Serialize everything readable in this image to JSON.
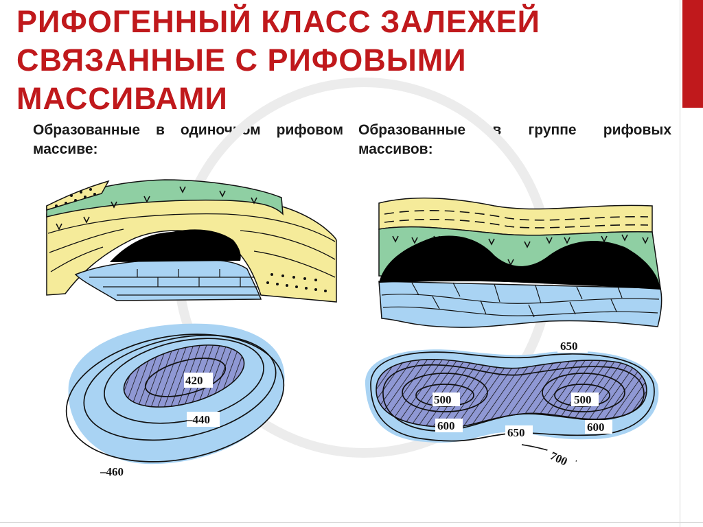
{
  "title": {
    "line1": "РИФОГЕННЫЙ КЛАСС ЗАЛЕЖЕЙ",
    "line2": "СВЯЗАННЫЕ С РИФОВЫМИ",
    "line3": "МАССИВАМИ"
  },
  "left": {
    "heading": "Образованные в одиночном рифовом массиве:",
    "contours": {
      "inner": "420",
      "middle": "–440",
      "outer": "–460"
    }
  },
  "right": {
    "heading": "Образованные в группе рифовых массивов:",
    "contours": {
      "top": "650",
      "left_inner": "500",
      "right_inner": "500",
      "left_600": "600",
      "right_600": "600",
      "middle_650": "650",
      "outer": "700"
    }
  },
  "colors": {
    "accent": "#c0191c",
    "sand": "#f5eb9a",
    "green": "#8fcfa3",
    "water": "#a9d3f3",
    "hatch": "#8f98d4",
    "oil": "#000000"
  }
}
